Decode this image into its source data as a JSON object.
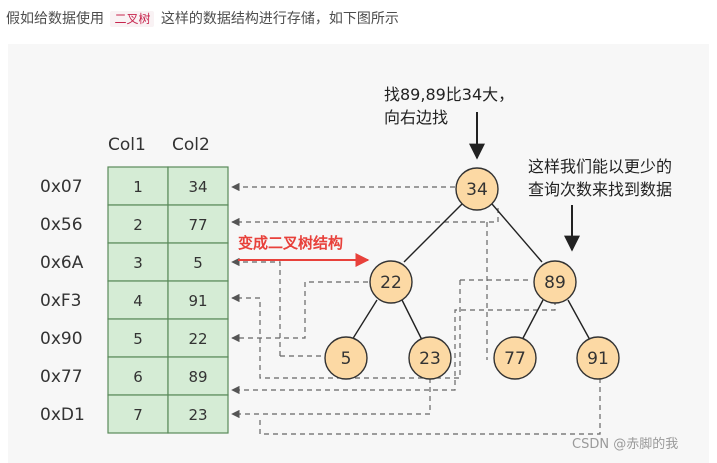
{
  "intro": {
    "before": "假如给数据使用",
    "code": "二叉树",
    "after": "这样的数据结构进行存储，如下图所示"
  },
  "table": {
    "headers": [
      "Col1",
      "Col2"
    ],
    "rows": [
      {
        "address": "0x07",
        "col1": "1",
        "col2": "34"
      },
      {
        "address": "0x56",
        "col1": "2",
        "col2": "77"
      },
      {
        "address": "0x6A",
        "col1": "3",
        "col2": "5"
      },
      {
        "address": "0xF3",
        "col1": "4",
        "col2": "91"
      },
      {
        "address": "0x90",
        "col1": "5",
        "col2": "22"
      },
      {
        "address": "0x77",
        "col1": "6",
        "col2": "89"
      },
      {
        "address": "0xD1",
        "col1": "7",
        "col2": "23"
      }
    ]
  },
  "tree": {
    "root": "34",
    "left": "22",
    "right": "89",
    "left_left": "5",
    "left_right": "23",
    "right_left": "77",
    "right_right": "91"
  },
  "annotations": {
    "search_line1": "找89,89比34大，",
    "search_line2": "向右边找",
    "fewer_line1": "这样我们能以更少的",
    "fewer_line2": "查询次数来找到数据",
    "transform_label": "变成二叉树结构"
  },
  "watermark": "CSDN @赤脚的我",
  "colors": {
    "cell_fill": "#d5ecd5",
    "cell_border": "#5a8a5a",
    "node_fill": "#fcd9a4",
    "node_border": "#333333",
    "red_arrow": "#e8413b",
    "dashed": "#666666"
  }
}
